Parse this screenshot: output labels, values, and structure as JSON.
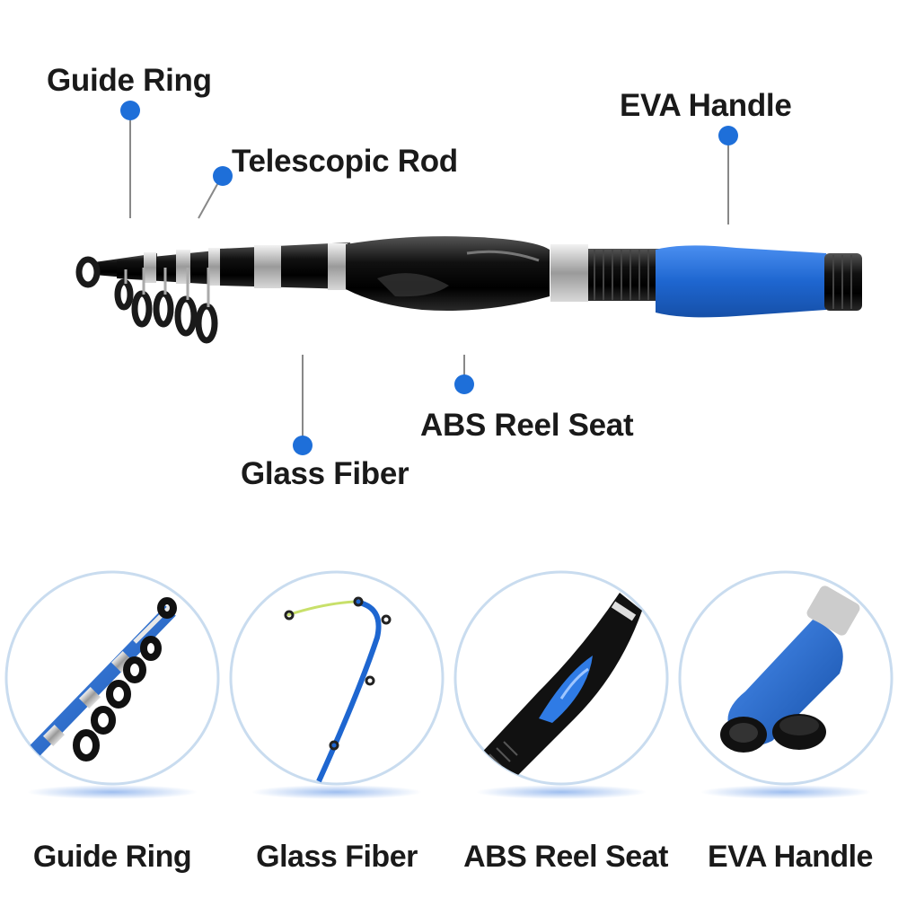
{
  "accent_color": "#1e6fd9",
  "handle_color": "#2a72d4",
  "callouts": {
    "guide_ring": "Guide Ring",
    "telescopic_rod": "Telescopic Rod",
    "eva_handle": "EVA Handle",
    "glass_fiber": "Glass Fiber",
    "abs_reel_seat": "ABS Reel Seat"
  },
  "details": [
    {
      "caption": "Guide Ring",
      "icon": "guide-ring-closeup"
    },
    {
      "caption": "Glass Fiber",
      "icon": "glass-fiber-closeup"
    },
    {
      "caption": "ABS Reel Seat",
      "icon": "reel-seat-closeup"
    },
    {
      "caption": "EVA Handle",
      "icon": "eva-handle-closeup"
    }
  ]
}
